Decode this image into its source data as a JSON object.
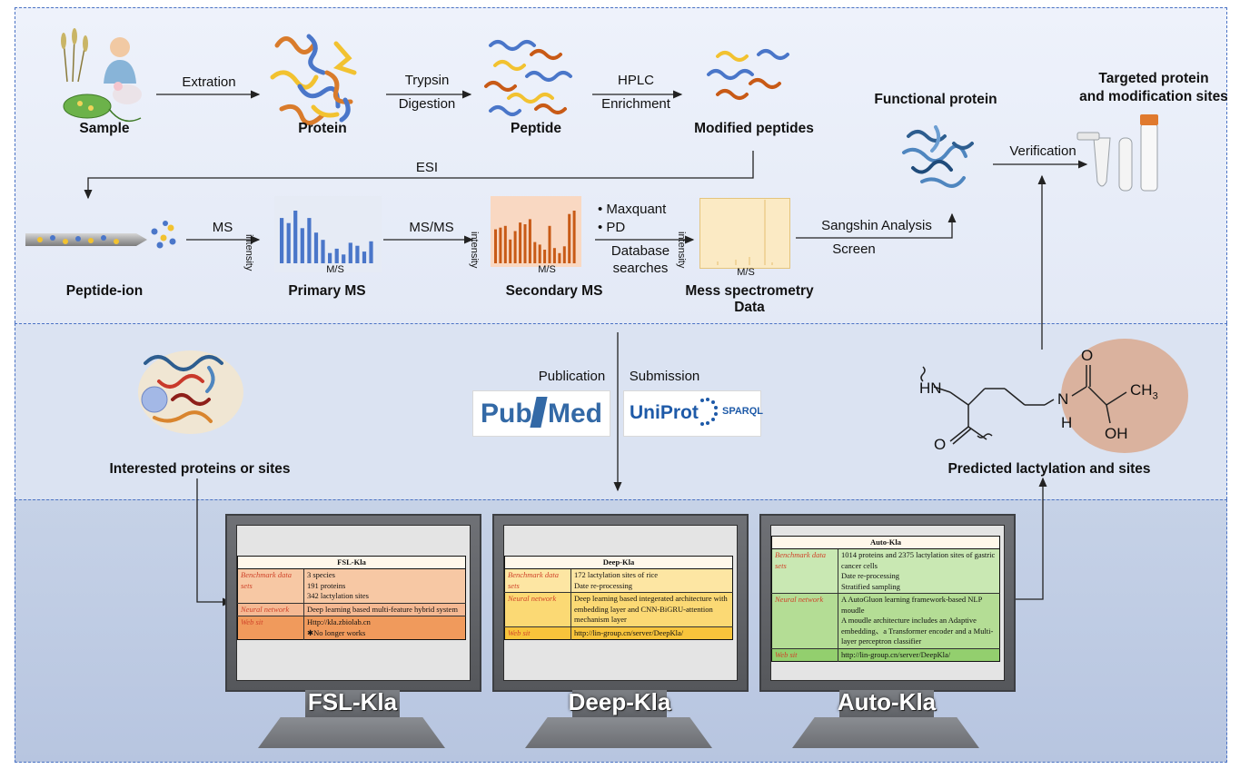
{
  "top": {
    "sample": "Sample",
    "protein": "Protein",
    "peptide": "Peptide",
    "modified_peptides": "Modified peptides",
    "extration": "Extration",
    "trypsin": "Trypsin",
    "digestion": "Digestion",
    "hplc": "HPLC",
    "enrichment": "Enrichment",
    "esi": "ESI",
    "peptide_ion": "Peptide-ion",
    "ms": "MS",
    "msms": "MS/MS",
    "primary_ms": "Primary MS",
    "secondary_ms": "Secondary MS",
    "mess_data_1": "Mess spectrometry",
    "mess_data_2": "Data",
    "intensity": "intensity",
    "ms_axis": "M/S",
    "maxquant": "• Maxquant",
    "pd": "• PD",
    "database_1": "Database",
    "database_2": "searches",
    "sangshin": "Sangshin Analysis",
    "screen": "Screen",
    "functional_protein": "Functional protein",
    "targeted_1": "Targeted protein",
    "targeted_2": "and modification sites",
    "verification": "Verification"
  },
  "middle": {
    "interested": "Interested proteins or sites",
    "publication": "Publication",
    "submission": "Submission",
    "pubmed_pub": "Pub",
    "pubmed_med": "Med",
    "uniprot": "UniProt",
    "sparql": "SPARQL",
    "predicted": "Predicted lactylation and sites",
    "chem": {
      "hn": "HN",
      "n": "N",
      "h": "H",
      "o1": "O",
      "o2": "O",
      "ch3": "CH",
      "sub3": "3",
      "oh": "OH"
    }
  },
  "tools": [
    {
      "name": "FSL-Kla",
      "title": "FSL-Kla",
      "rows": [
        {
          "key": "Benchmark data sets",
          "values": [
            "3 species",
            "191 proteins",
            "342 lactylation sites"
          ]
        },
        {
          "key": "Neural network",
          "values": [
            "Deep learning based multi-feature hybrid system"
          ]
        },
        {
          "key": "Web sit",
          "values": [
            "Http://kla.zbiolab.cn",
            "✱No longer works"
          ]
        }
      ]
    },
    {
      "name": "Deep-Kla",
      "title": "Deep-Kla",
      "rows": [
        {
          "key": "Benchmark data sets",
          "values": [
            "172 lactylation sites of rice",
            "Date re-processing"
          ]
        },
        {
          "key": "Neural network",
          "values": [
            "Deep learning based integerated architecture with embedding layer and CNN-BiGRU-attention mechanism layer"
          ]
        },
        {
          "key": "Web sit",
          "values": [
            "http://lin-group.cn/server/DeepKla/"
          ]
        }
      ]
    },
    {
      "name": "Auto-Kla",
      "title": "Auto-Kla",
      "rows": [
        {
          "key": "Benchmark data sets",
          "values": [
            "1014 proteins and 2375 lactylation sites of gastric cancer cells",
            "Date re-processing",
            "Stratified sampling"
          ]
        },
        {
          "key": "Neural network",
          "values": [
            "A AutoGluon learning framework-based NLP moudle",
            "A moudle architecture includes an Adaptive embedding、a Transformer encoder and a Multi-layer perceptron classifier"
          ]
        },
        {
          "key": "Web sit",
          "values": [
            "http://lin-group.cn/server/DeepKla/"
          ]
        }
      ]
    }
  ],
  "colors": {
    "accent_blue": "#4a72c4",
    "fsl_body": "#f7c8a4",
    "fsl_web": "#f09a5c",
    "deep_body": "#fde6a3",
    "deep_web": "#f8c43b",
    "auto_body": "#c9e8b3",
    "auto_web": "#93cf6e",
    "bar_blue": "#4a76c9",
    "bar_orange": "#c85a16"
  },
  "chart_data": [
    {
      "type": "bar",
      "title": "Primary MS",
      "xlabel": "M/S",
      "ylabel": "intensity",
      "values": [
        62,
        55,
        72,
        48,
        62,
        42,
        32,
        14,
        20,
        12,
        28,
        24,
        16,
        30
      ]
    },
    {
      "type": "bar",
      "title": "Secondary MS",
      "xlabel": "M/S",
      "ylabel": "intensity",
      "values": [
        40,
        42,
        44,
        28,
        38,
        48,
        46,
        52,
        25,
        22,
        16,
        44,
        18,
        12,
        20,
        58,
        62
      ]
    }
  ]
}
